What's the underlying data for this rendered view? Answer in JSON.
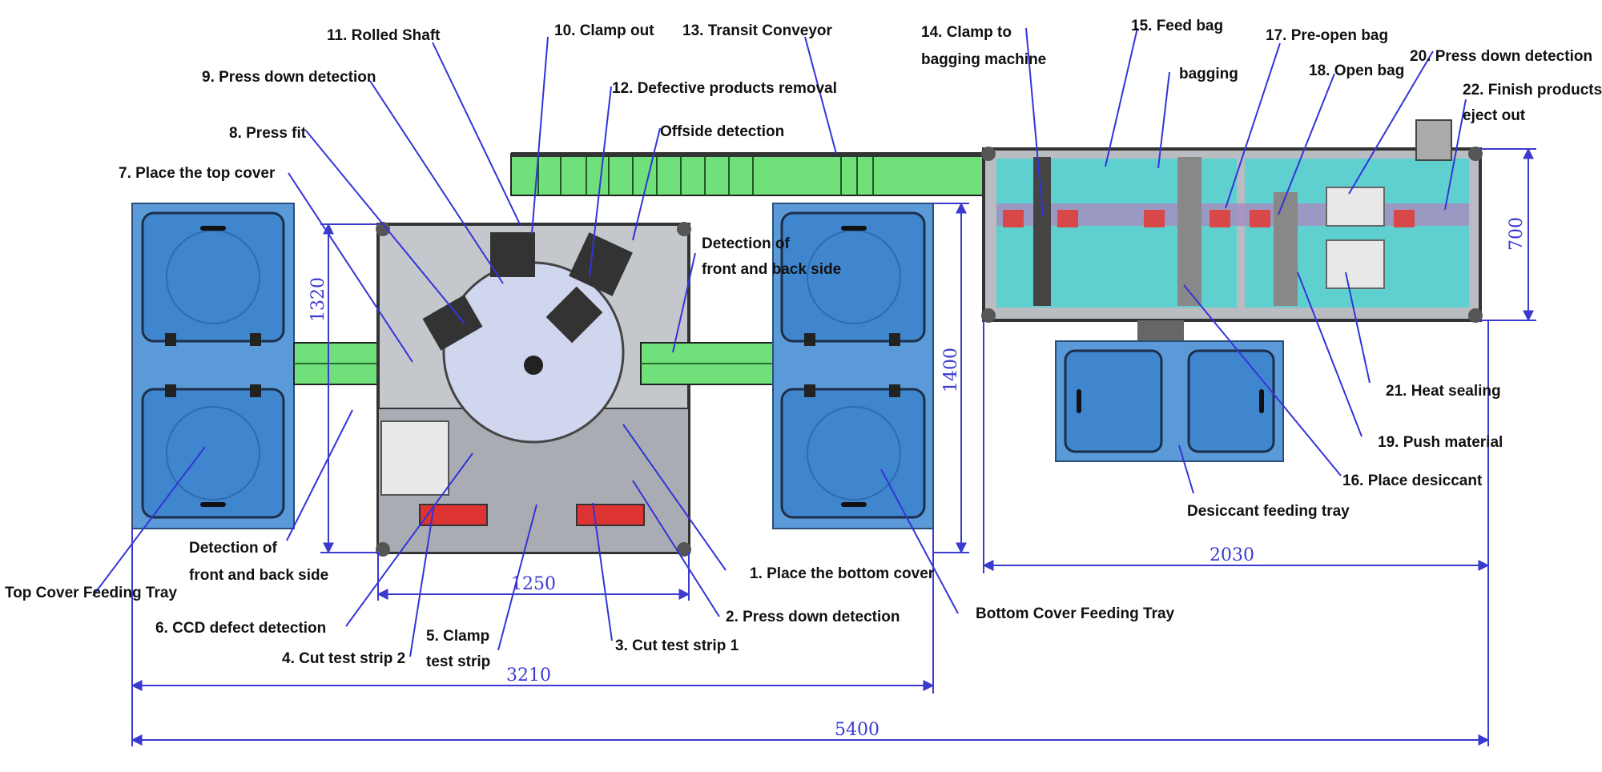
{
  "labels": {
    "l1": "1. Place the bottom cover",
    "l2": "2. Press down detection",
    "l3": "3. Cut test strip 1",
    "l4": "4. Cut test strip 2",
    "l5a": "5. Clamp",
    "l5b": "test strip",
    "l6": "6. CCD defect detection",
    "l7": "7. Place the top cover",
    "l8": "8. Press fit",
    "l9": "9. Press down detection",
    "l10": "10. Clamp out",
    "l11": "11. Rolled Shaft",
    "l12": "12. Defective products removal",
    "l13": "13. Transit Conveyor",
    "l14a": "14. Clamp to",
    "l14b": "bagging machine",
    "l15a": "15. Feed bag",
    "l15b": "bagging",
    "l16": "16. Place desiccant",
    "l17": "17. Pre-open bag",
    "l18": "18. Open bag",
    "l19": "19. Push material",
    "l20": "20. Press down detection",
    "l21": "21. Heat sealing",
    "l22a": "22. Finish products",
    "l22b": "eject out",
    "offside": "Offside detection",
    "fb_right_a": "Detection of",
    "fb_right_b": "front and back side",
    "fb_left_a": "Detection of",
    "fb_left_b": "front and back side",
    "top_tray": "Top Cover Feeding Tray",
    "bottom_tray": "Bottom Cover Feeding Tray",
    "desiccant_tray": "Desiccant feeding tray"
  },
  "dimensions": {
    "d1320": "1320",
    "d1250": "1250",
    "d1400": "1400",
    "d3210": "3210",
    "d5400": "5400",
    "d2030": "2030",
    "d700": "700"
  },
  "colors": {
    "tray_blue": "#3f86cf",
    "conveyor_green": "#6fe07a",
    "cyan_panel": "#5fd0d0",
    "leader_blue": "#3434d8",
    "machine_gray": "#b8bcc2",
    "dim_line": "#3a3ad0"
  }
}
